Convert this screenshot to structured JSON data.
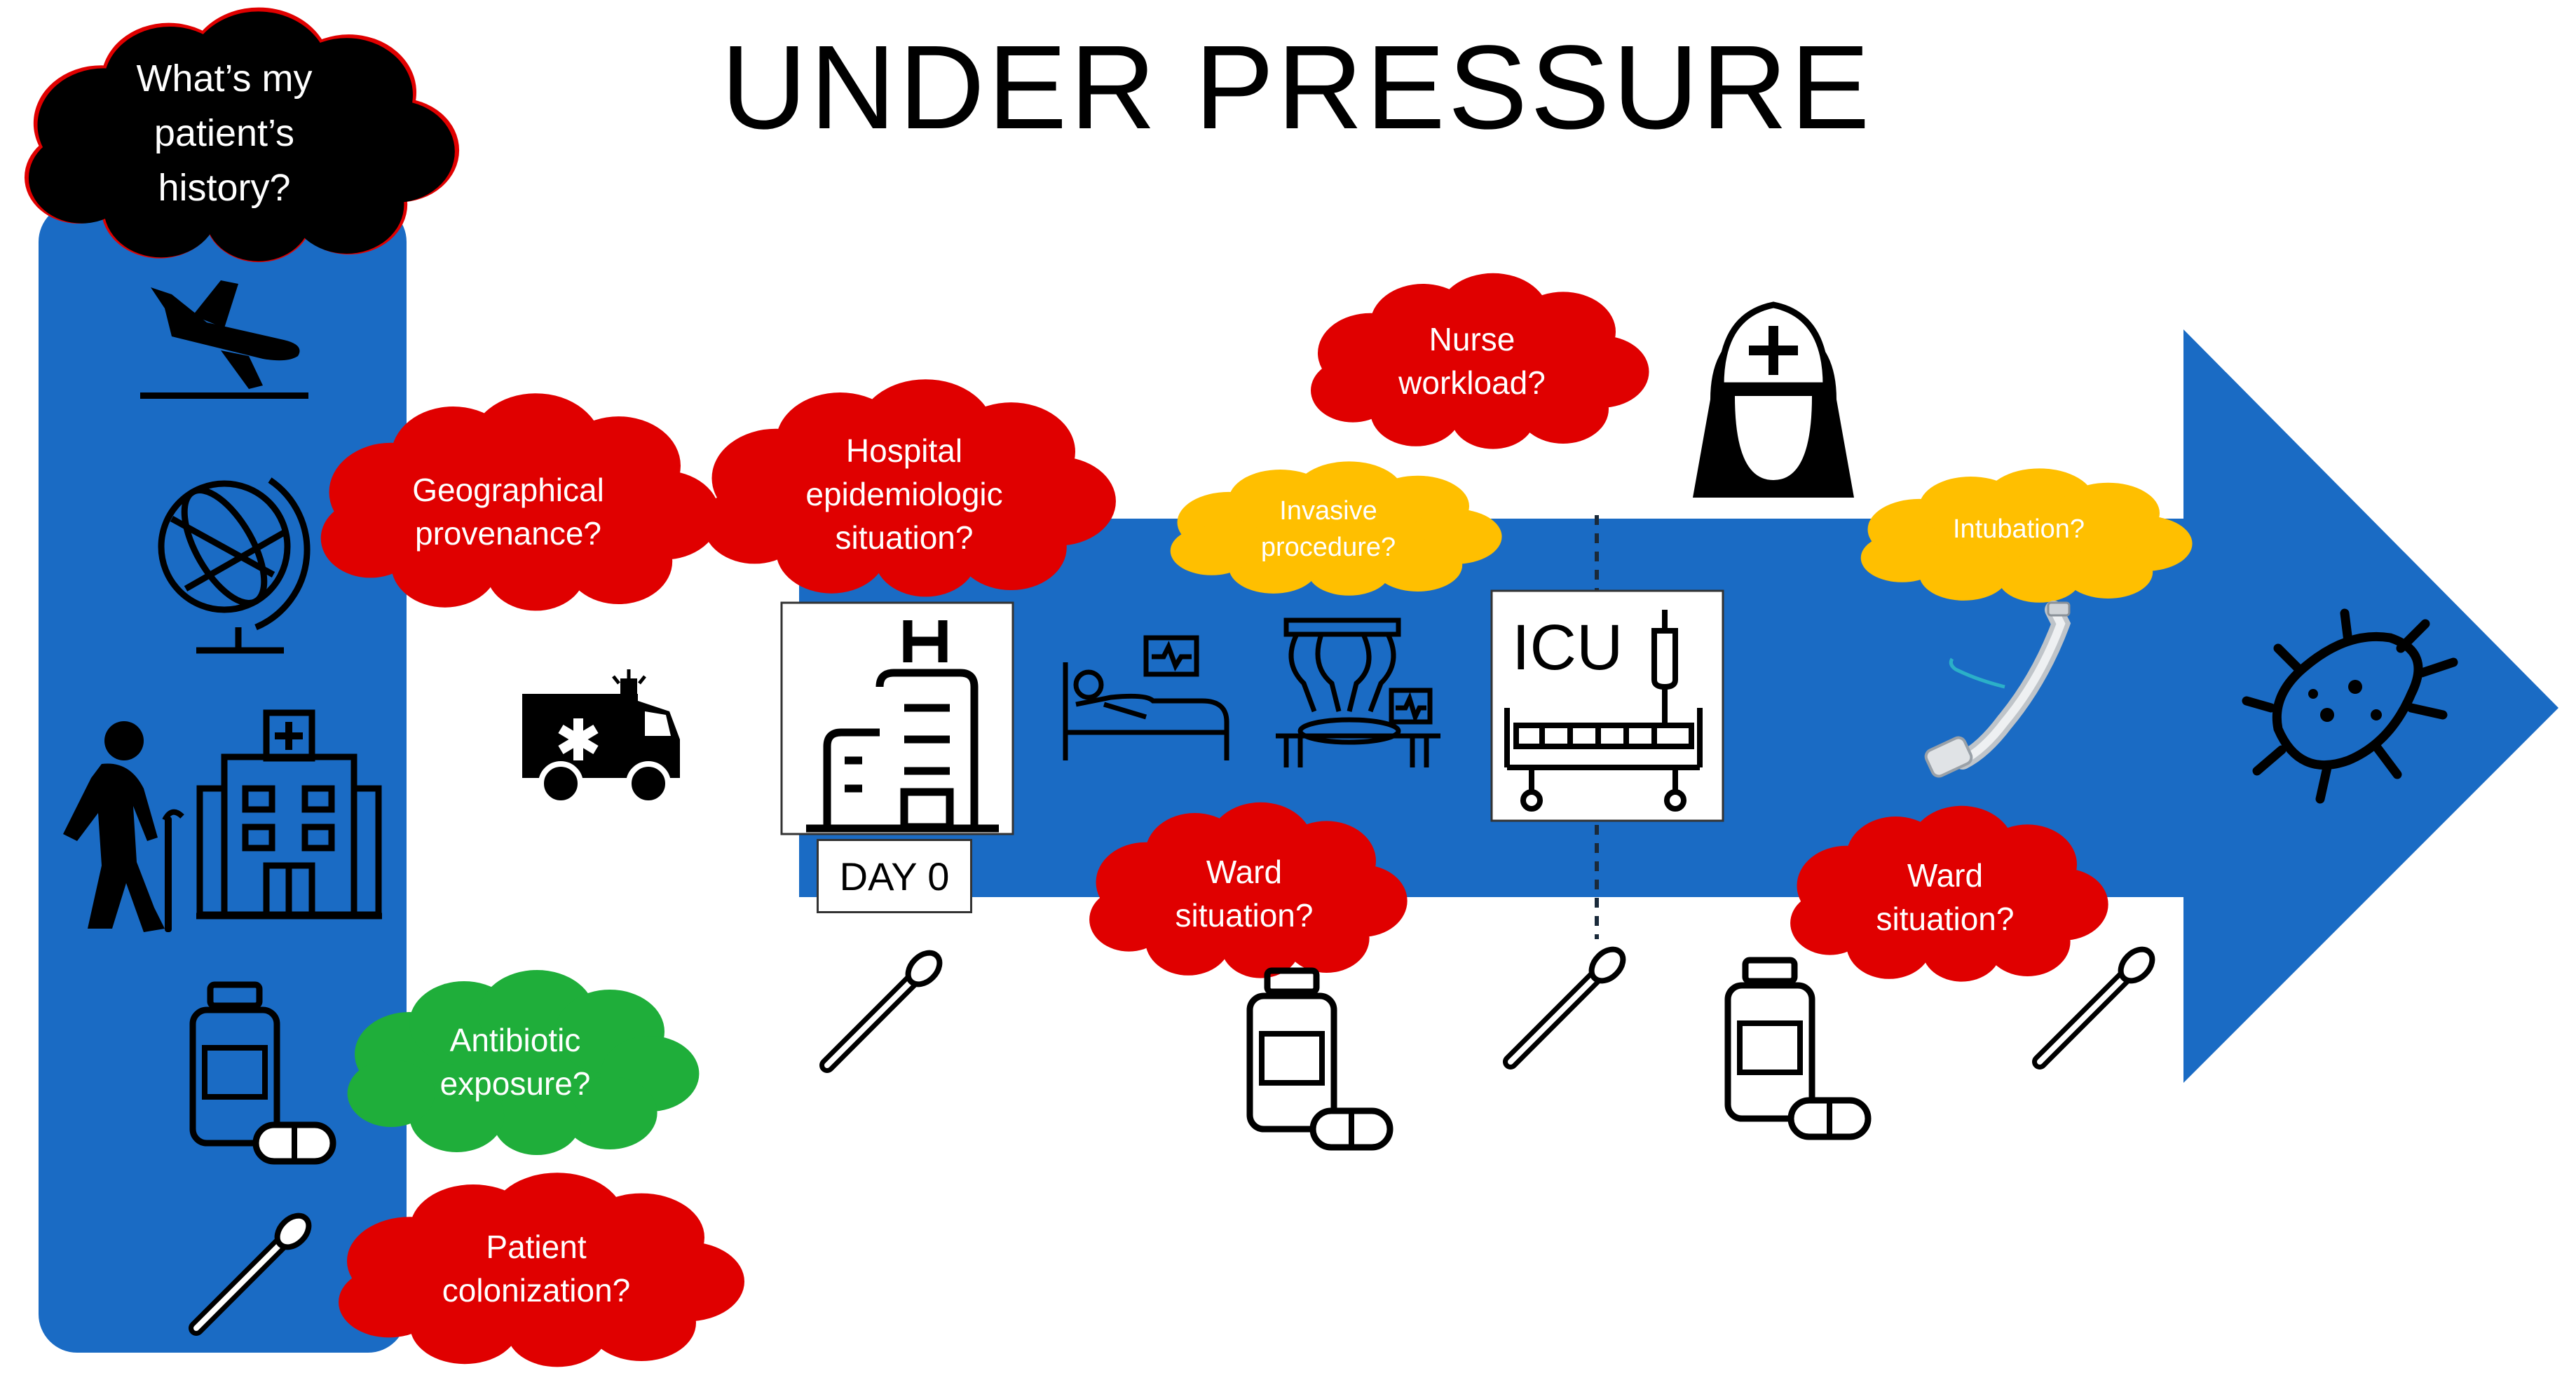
{
  "title": "UNDER PRESSURE",
  "colors": {
    "arrow_blue": "#1a6bc4",
    "risk_red": "#e00000",
    "caution_orange": "#ffbf00",
    "safe_green": "#1fae3a",
    "history_cloud": "#000000",
    "history_cloud_outline": "#e00000"
  },
  "history_cloud": {
    "text": "What’s my\npatient’s\nhistory?"
  },
  "clouds": {
    "geographical": {
      "text": "Geographical\nprovenance?",
      "color": "red"
    },
    "antibiotic": {
      "text": "Antibiotic\nexposure?",
      "color": "green"
    },
    "colonization": {
      "text": "Patient\ncolonization?",
      "color": "red"
    },
    "hospital_epi": {
      "text": "Hospital\nepidemiologic\nsituation?",
      "color": "red"
    },
    "nurse_workload": {
      "text": "Nurse\nworkload?",
      "color": "red"
    },
    "invasive_procedure": {
      "text": "Invasive\nprocedure?",
      "color": "orange"
    },
    "intubation": {
      "text": "Intubation?",
      "color": "orange"
    },
    "ward_1": {
      "text": "Ward\nsituation?",
      "color": "red"
    },
    "ward_2": {
      "text": "Ward\nsituation?",
      "color": "red"
    }
  },
  "day_label": "DAY 0",
  "icu_label": "ICU",
  "icons": [
    "airplane-landing-icon",
    "globe-icon",
    "elderly-person-icon",
    "hospital-building-icon",
    "medication-bottle-icon",
    "swab-icon",
    "ambulance-icon",
    "hospital-icon",
    "hospital-bed-icon",
    "surgical-robot-icon",
    "icu-bed-icon",
    "nurse-icon",
    "endotracheal-tube-icon",
    "bacteria-icon"
  ]
}
